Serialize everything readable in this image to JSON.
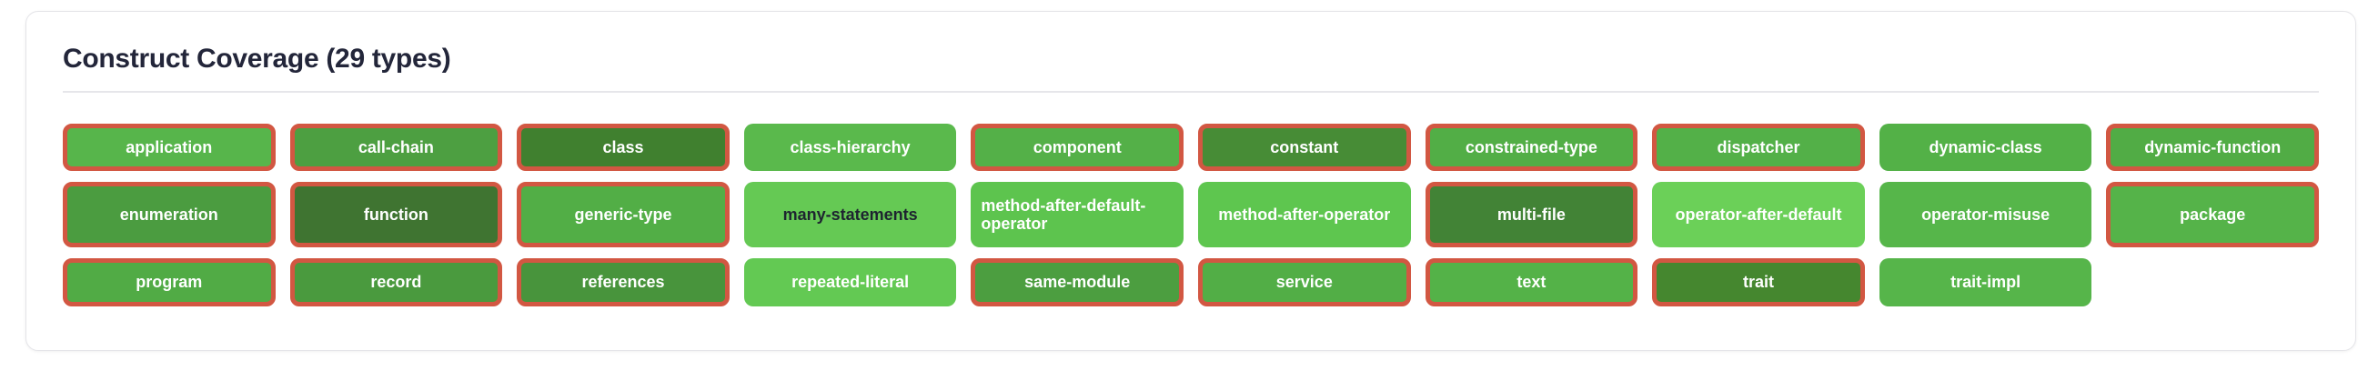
{
  "card": {
    "title": "Construct Coverage (29 types)"
  },
  "colors": {
    "flag_border": "#d25742",
    "card_border": "#e4e4e8",
    "title_text": "#23263a",
    "default_chip_text": "#ffffff"
  },
  "chips": [
    {
      "label": "application",
      "bg": "#57b54b",
      "text_color": "#ffffff",
      "flagged": true
    },
    {
      "label": "call-chain",
      "bg": "#4d9f41",
      "text_color": "#ffffff",
      "flagged": true
    },
    {
      "label": "class",
      "bg": "#40802f",
      "text_color": "#ffffff",
      "flagged": true
    },
    {
      "label": "class-hierarchy",
      "bg": "#5ab94c",
      "text_color": "#ffffff",
      "flagged": false
    },
    {
      "label": "component",
      "bg": "#54b048",
      "text_color": "#ffffff",
      "flagged": true
    },
    {
      "label": "constant",
      "bg": "#478c36",
      "text_color": "#ffffff",
      "flagged": true
    },
    {
      "label": "constrained-type",
      "bg": "#52ae46",
      "text_color": "#ffffff",
      "flagged": true
    },
    {
      "label": "dispatcher",
      "bg": "#53b048",
      "text_color": "#ffffff",
      "flagged": true
    },
    {
      "label": "dynamic-class",
      "bg": "#53b147",
      "text_color": "#ffffff",
      "flagged": false
    },
    {
      "label": "dynamic-function",
      "bg": "#51ac45",
      "text_color": "#ffffff",
      "flagged": true
    },
    {
      "label": "enumeration",
      "bg": "#4b9c40",
      "text_color": "#ffffff",
      "flagged": true
    },
    {
      "label": "function",
      "bg": "#3f7431",
      "text_color": "#ffffff",
      "flagged": true
    },
    {
      "label": "generic-type",
      "bg": "#52ae46",
      "text_color": "#ffffff",
      "flagged": true
    },
    {
      "label": "many-statements",
      "bg": "#65c954",
      "text_color": "#1e2430",
      "flagged": false
    },
    {
      "label": "method-after-default-operator",
      "bg": "#5dc44e",
      "text_color": "#ffffff",
      "flagged": false
    },
    {
      "label": "method-after-operator",
      "bg": "#5ec64f",
      "text_color": "#ffffff",
      "flagged": false
    },
    {
      "label": "multi-file",
      "bg": "#428336",
      "text_color": "#ffffff",
      "flagged": true
    },
    {
      "label": "operator-after-default",
      "bg": "#6bd058",
      "text_color": "#ffffff",
      "flagged": false
    },
    {
      "label": "operator-misuse",
      "bg": "#56b64a",
      "text_color": "#ffffff",
      "flagged": false
    },
    {
      "label": "package",
      "bg": "#55b349",
      "text_color": "#ffffff",
      "flagged": true
    },
    {
      "label": "program",
      "bg": "#51ab45",
      "text_color": "#ffffff",
      "flagged": true
    },
    {
      "label": "record",
      "bg": "#4a9a3e",
      "text_color": "#ffffff",
      "flagged": true
    },
    {
      "label": "references",
      "bg": "#48943c",
      "text_color": "#ffffff",
      "flagged": true
    },
    {
      "label": "repeated-literal",
      "bg": "#63c953",
      "text_color": "#ffffff",
      "flagged": false
    },
    {
      "label": "same-module",
      "bg": "#4c9e40",
      "text_color": "#ffffff",
      "flagged": true
    },
    {
      "label": "service",
      "bg": "#52ae46",
      "text_color": "#ffffff",
      "flagged": true
    },
    {
      "label": "text",
      "bg": "#54b248",
      "text_color": "#ffffff",
      "flagged": true
    },
    {
      "label": "trait",
      "bg": "#45872f",
      "text_color": "#ffffff",
      "flagged": true
    },
    {
      "label": "trait-impl",
      "bg": "#56b54a",
      "text_color": "#ffffff",
      "flagged": false
    }
  ]
}
